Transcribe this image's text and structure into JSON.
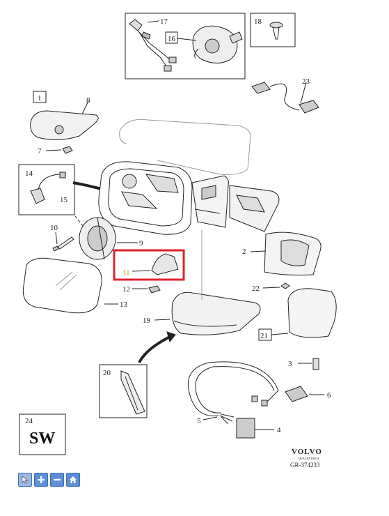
{
  "diagram": {
    "callouts": {
      "c1": "1",
      "c2": "2",
      "c3": "3",
      "c4": "4",
      "c5": "5",
      "c6": "6",
      "c7": "7",
      "c8": "8",
      "c9": "9",
      "c10": "10",
      "c11": "11",
      "c12": "12",
      "c13": "13",
      "c14": "14",
      "c15": "15",
      "c16": "16",
      "c17": "17",
      "c18": "18",
      "c19": "19",
      "c20": "20",
      "c21": "21",
      "c22": "22",
      "c23": "23",
      "c24": "24"
    },
    "sw_label": "SW",
    "brand": "VOLVO",
    "brand_sub": "GENUINE PARTS",
    "drawing_ref": "GR-374233",
    "highlight_color": "#e0202a",
    "highlight_label_color": "#e0a000",
    "line_color": "#222222"
  },
  "toolbar": {
    "buttons": [
      {
        "icon": "pointer-icon"
      },
      {
        "icon": "zoom-in-icon"
      },
      {
        "icon": "zoom-out-icon"
      },
      {
        "icon": "home-icon"
      }
    ]
  }
}
